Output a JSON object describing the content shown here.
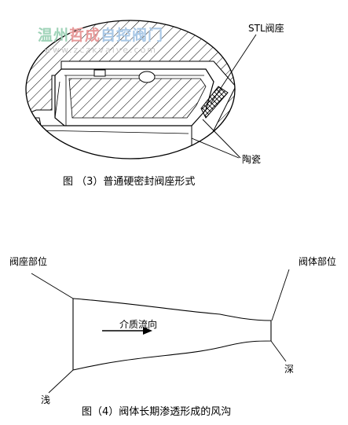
{
  "watermark": {
    "brand_part1": "温州",
    "brand_part2": "哲成",
    "brand_part3": "自控阀门",
    "url": "www.zczkvalve.com"
  },
  "figure3": {
    "label_seat": "STL阀座",
    "label_ceramic": "陶瓷",
    "caption": "图 （3）普通硬密封阀座形式"
  },
  "figure4": {
    "label_seat_part": "阀座部位",
    "label_body_part": "阀体部位",
    "label_flow": "介质流向",
    "label_shallow": "浅",
    "label_deep": "深",
    "caption": "图（4）阀体长期渗透形成的风沟"
  },
  "colors": {
    "line": "#000000",
    "watermark_green": "#9fd3b8",
    "watermark_red": "#e79a9a",
    "watermark_blue": "#a9c8e6"
  }
}
